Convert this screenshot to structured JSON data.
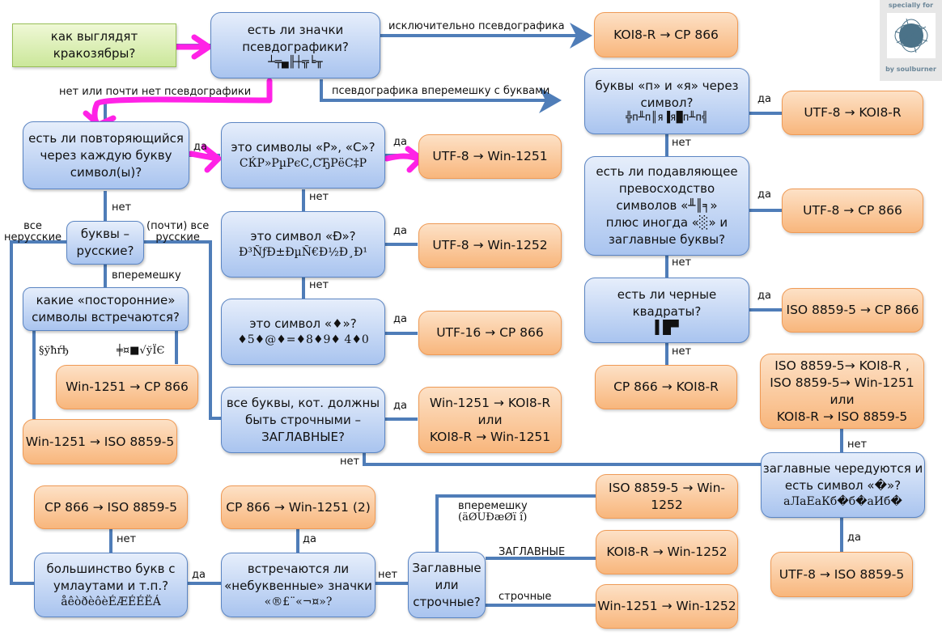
{
  "badge": {
    "top_text": "specially for",
    "bottom_text": "by soulburner",
    "logo": "tangled-ball-logo"
  },
  "colors": {
    "question_fill": "#a9c4ef",
    "answer_fill": "#f8b67c",
    "start_fill": "#cbe79a",
    "connector": "#4f7db8",
    "highlight_arrow": "#ff1fe0"
  },
  "start": {
    "line1": "как выглядят",
    "line2": "кракозябры?"
  },
  "questions": {
    "pseudographics": {
      "line1": "есть ли значки",
      "line2": "псевдографики?",
      "sample": "┴╤▄╟┼╦╘╥"
    },
    "repeating": {
      "line1": "есть ли повторяющийся",
      "line2": "через каждую букву",
      "line3": "символ(ы)?"
    },
    "rs_symbols": {
      "line1": "это символы «Р», «С»?",
      "sample": "СЌР»РµРєС‚СЂРёС‡Р"
    },
    "d_symbol": {
      "line1": "это символ «Ð»?",
      "sample": "Ð³ÑƒÐ±ÐµÑ€Ð½Ð¸Ð¹"
    },
    "diamond": {
      "line1": "это символ «♦»?",
      "sample": "♦5♦@♦=♦8♦9♦ 4♦0"
    },
    "russian_letters": {
      "line1": "буквы –",
      "line2": "русские?"
    },
    "foreign_chars": {
      "line1": "какие «посторонние»",
      "line2": "символы встречаются?"
    },
    "all_caps": {
      "line1": "все буквы, кот. должны",
      "line2": "быть строчными –",
      "line3": "ЗАГЛАВНЫЕ?"
    },
    "p_ya": {
      "line1": "буквы «п» и «я» через",
      "line2": "символ?",
      "sample": "╬п╨п║я▐я█п╨п╣"
    },
    "box_dominance": {
      "line1": "есть ли подавляющее",
      "line2": "превосходство",
      "line3": "символов «╨║╕»",
      "line4": "плюс иногда «░» и",
      "line5": "заглавные буквы?"
    },
    "black_squares": {
      "line1": "есть ли черные",
      "line2": "квадраты?",
      "sample": "▌█▀"
    },
    "alternating_caps": {
      "line1": "заглавные чередуются и",
      "line2": "есть символ «�»?",
      "sample": "аЛаЕаКб�б�аИб�"
    },
    "umlauts": {
      "line1": "большинство букв с",
      "line2": "умлаутами и т.п.?",
      "sample": "åêòðèôèÉÆÉÉËÁ"
    },
    "non_letter": {
      "line1": "встречаются ли",
      "line2": "«небуквенные» значки",
      "line3": "«®£¨«¬¤»?"
    },
    "case_type": {
      "line1": "Заглавные",
      "line2": "или",
      "line3": "строчные?"
    }
  },
  "answers": {
    "koi8r_cp866": "KOI8-R → CP 866",
    "utf8_koi8r": "UTF-8 → KOI8-R",
    "utf8_win1251": "UTF-8 → Win-1251",
    "utf8_win1252": "UTF-8 → Win-1252",
    "utf16_cp866": "UTF-16 → CP 866",
    "utf8_cp866": "UTF-8 → CP 866",
    "iso_cp866": "ISO 8859-5 → CP 866",
    "cp866_koi8r": "CP 866 → KOI8-R",
    "iso_group": {
      "line1": "ISO 8859-5→ KOI8-R ,",
      "line2": "ISO 8859-5→ Win-1251",
      "line3": "или",
      "line4": "KOI8-R → ISO 8859-5"
    },
    "win1251_cp866": "Win-1251 → CP 866",
    "win1251_iso": "Win-1251 → ISO 8859-5",
    "win_koi_pair": {
      "line1": "Win-1251 → KOI8-R",
      "line2": "или",
      "line3": "KOI8-R → Win-1251"
    },
    "cp866_iso": "CP 866 → ISO 8859-5",
    "cp866_win1251_2": "CP 866 → Win-1251 (2)",
    "iso_win1252": "ISO 8859-5  → Win-1252",
    "koi8r_win1252": "KOI8-R → Win-1252",
    "win1251_win1252": "Win-1251 → Win-1252",
    "utf8_iso": "UTF-8 → ISO 8859-5"
  },
  "labels": {
    "only_pseudo": "исключительно псевдографика",
    "mixed_pseudo": "псевдографика вперемешку с буквами",
    "no_pseudo": "нет или почти нет псевдографики",
    "yes": "да",
    "no": "нет",
    "all_nonrussian": {
      "line1": "все",
      "line2": "нерусские"
    },
    "all_russian": {
      "line1": "(почти) все",
      "line2": "русские"
    },
    "mixed": "вперемешку",
    "foreign_left_sample": "§ўħŕђ",
    "foreign_right_sample": "╪¤■√ўЇЄ",
    "mixed_case": {
      "line1": "вперемешку",
      "line2": "(äØUÐæØï î)"
    },
    "uppercase": "ЗАГЛАВНЫЕ",
    "lowercase": "строчные"
  }
}
